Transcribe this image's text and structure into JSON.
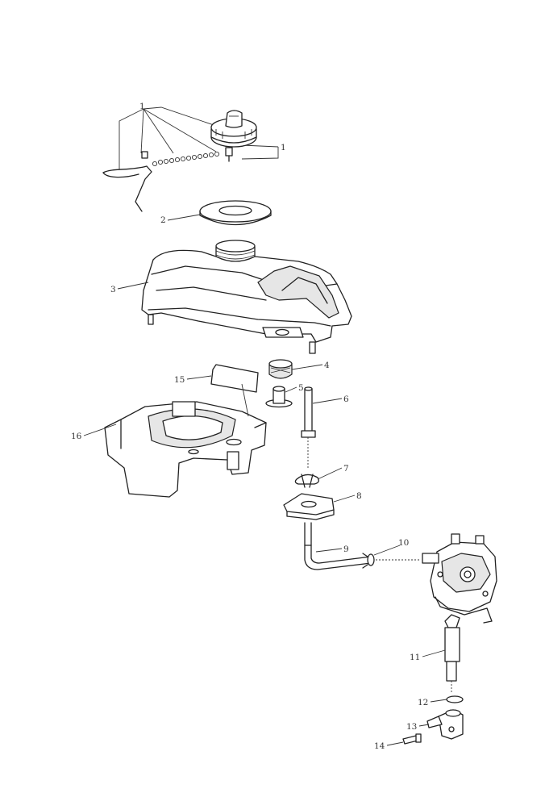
{
  "callouts": [
    {
      "id": "1a",
      "text": "1"
    },
    {
      "id": "1b",
      "text": "1"
    },
    {
      "id": "2",
      "text": "2"
    },
    {
      "id": "3",
      "text": "3"
    },
    {
      "id": "4",
      "text": "4"
    },
    {
      "id": "5",
      "text": "5"
    },
    {
      "id": "6",
      "text": "6"
    },
    {
      "id": "7",
      "text": "7"
    },
    {
      "id": "8",
      "text": "8"
    },
    {
      "id": "9",
      "text": "9"
    },
    {
      "id": "10",
      "text": "10"
    },
    {
      "id": "11",
      "text": "11"
    },
    {
      "id": "12",
      "text": "12"
    },
    {
      "id": "13",
      "text": "13"
    },
    {
      "id": "14",
      "text": "14"
    },
    {
      "id": "15",
      "text": "15"
    },
    {
      "id": "16",
      "text": "16"
    }
  ]
}
